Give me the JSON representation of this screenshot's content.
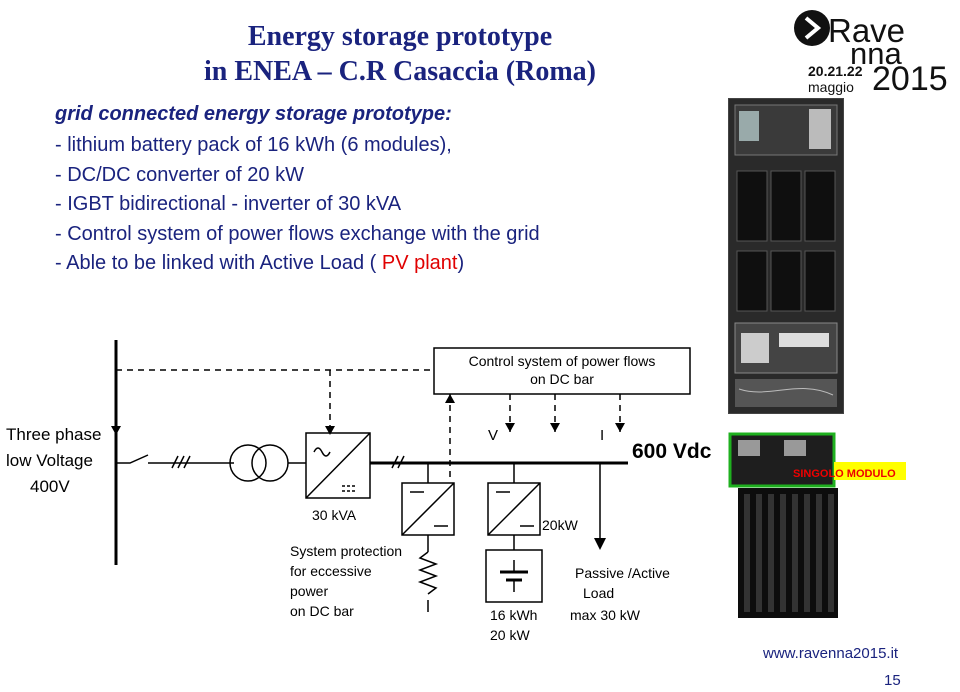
{
  "title": {
    "line1": "Energy storage prototype",
    "line2": "in ENEA – C.R Casaccia (Roma)"
  },
  "logo": {
    "word1": "Ravenna",
    "word1_a": "Rave",
    "word1_b": "nna",
    "dates": "20.21.22",
    "month": "maggio",
    "year": "2015",
    "year_2": "2",
    "year_0": "0",
    "year_15": "15"
  },
  "intro": "grid connected energy storage prototype:",
  "bullets": [
    "- lithium battery pack of 16 kWh (6 modules),",
    "- DC/DC converter of 20 kW",
    "- IGBT bidirectional - inverter of 30 kVA",
    "- Control system of power flows exchange with the grid"
  ],
  "last_bullet": {
    "prefix": "- Able to be linked with Active Load ( ",
    "highlight": "PV plant",
    "suffix": ")"
  },
  "diagram": {
    "control_box_line1": "Control system of power flows",
    "control_box_line2": "on DC bar",
    "source_line1": "Three phase",
    "source_line2": "low Voltage",
    "source_line3": "400V",
    "bus_voltage": "600 Vdc",
    "label_v": "V",
    "label_i": "I",
    "inverter_rating": "30 kVA",
    "converter_rating": "20kW",
    "protection_line1": "System protection",
    "protection_line2": "for eccessive",
    "protection_line3": "power",
    "protection_line4": "on DC bar",
    "battery_line1": "16 kWh",
    "battery_line2": "20 kW",
    "load_line1": "Passive /Active",
    "load_line2": "Load",
    "load_line3": "max 30 kW"
  },
  "module_photo": {
    "label": "SINGOLO MODULO"
  },
  "footer": {
    "url": "www.ravenna2015.it",
    "page": "15"
  }
}
